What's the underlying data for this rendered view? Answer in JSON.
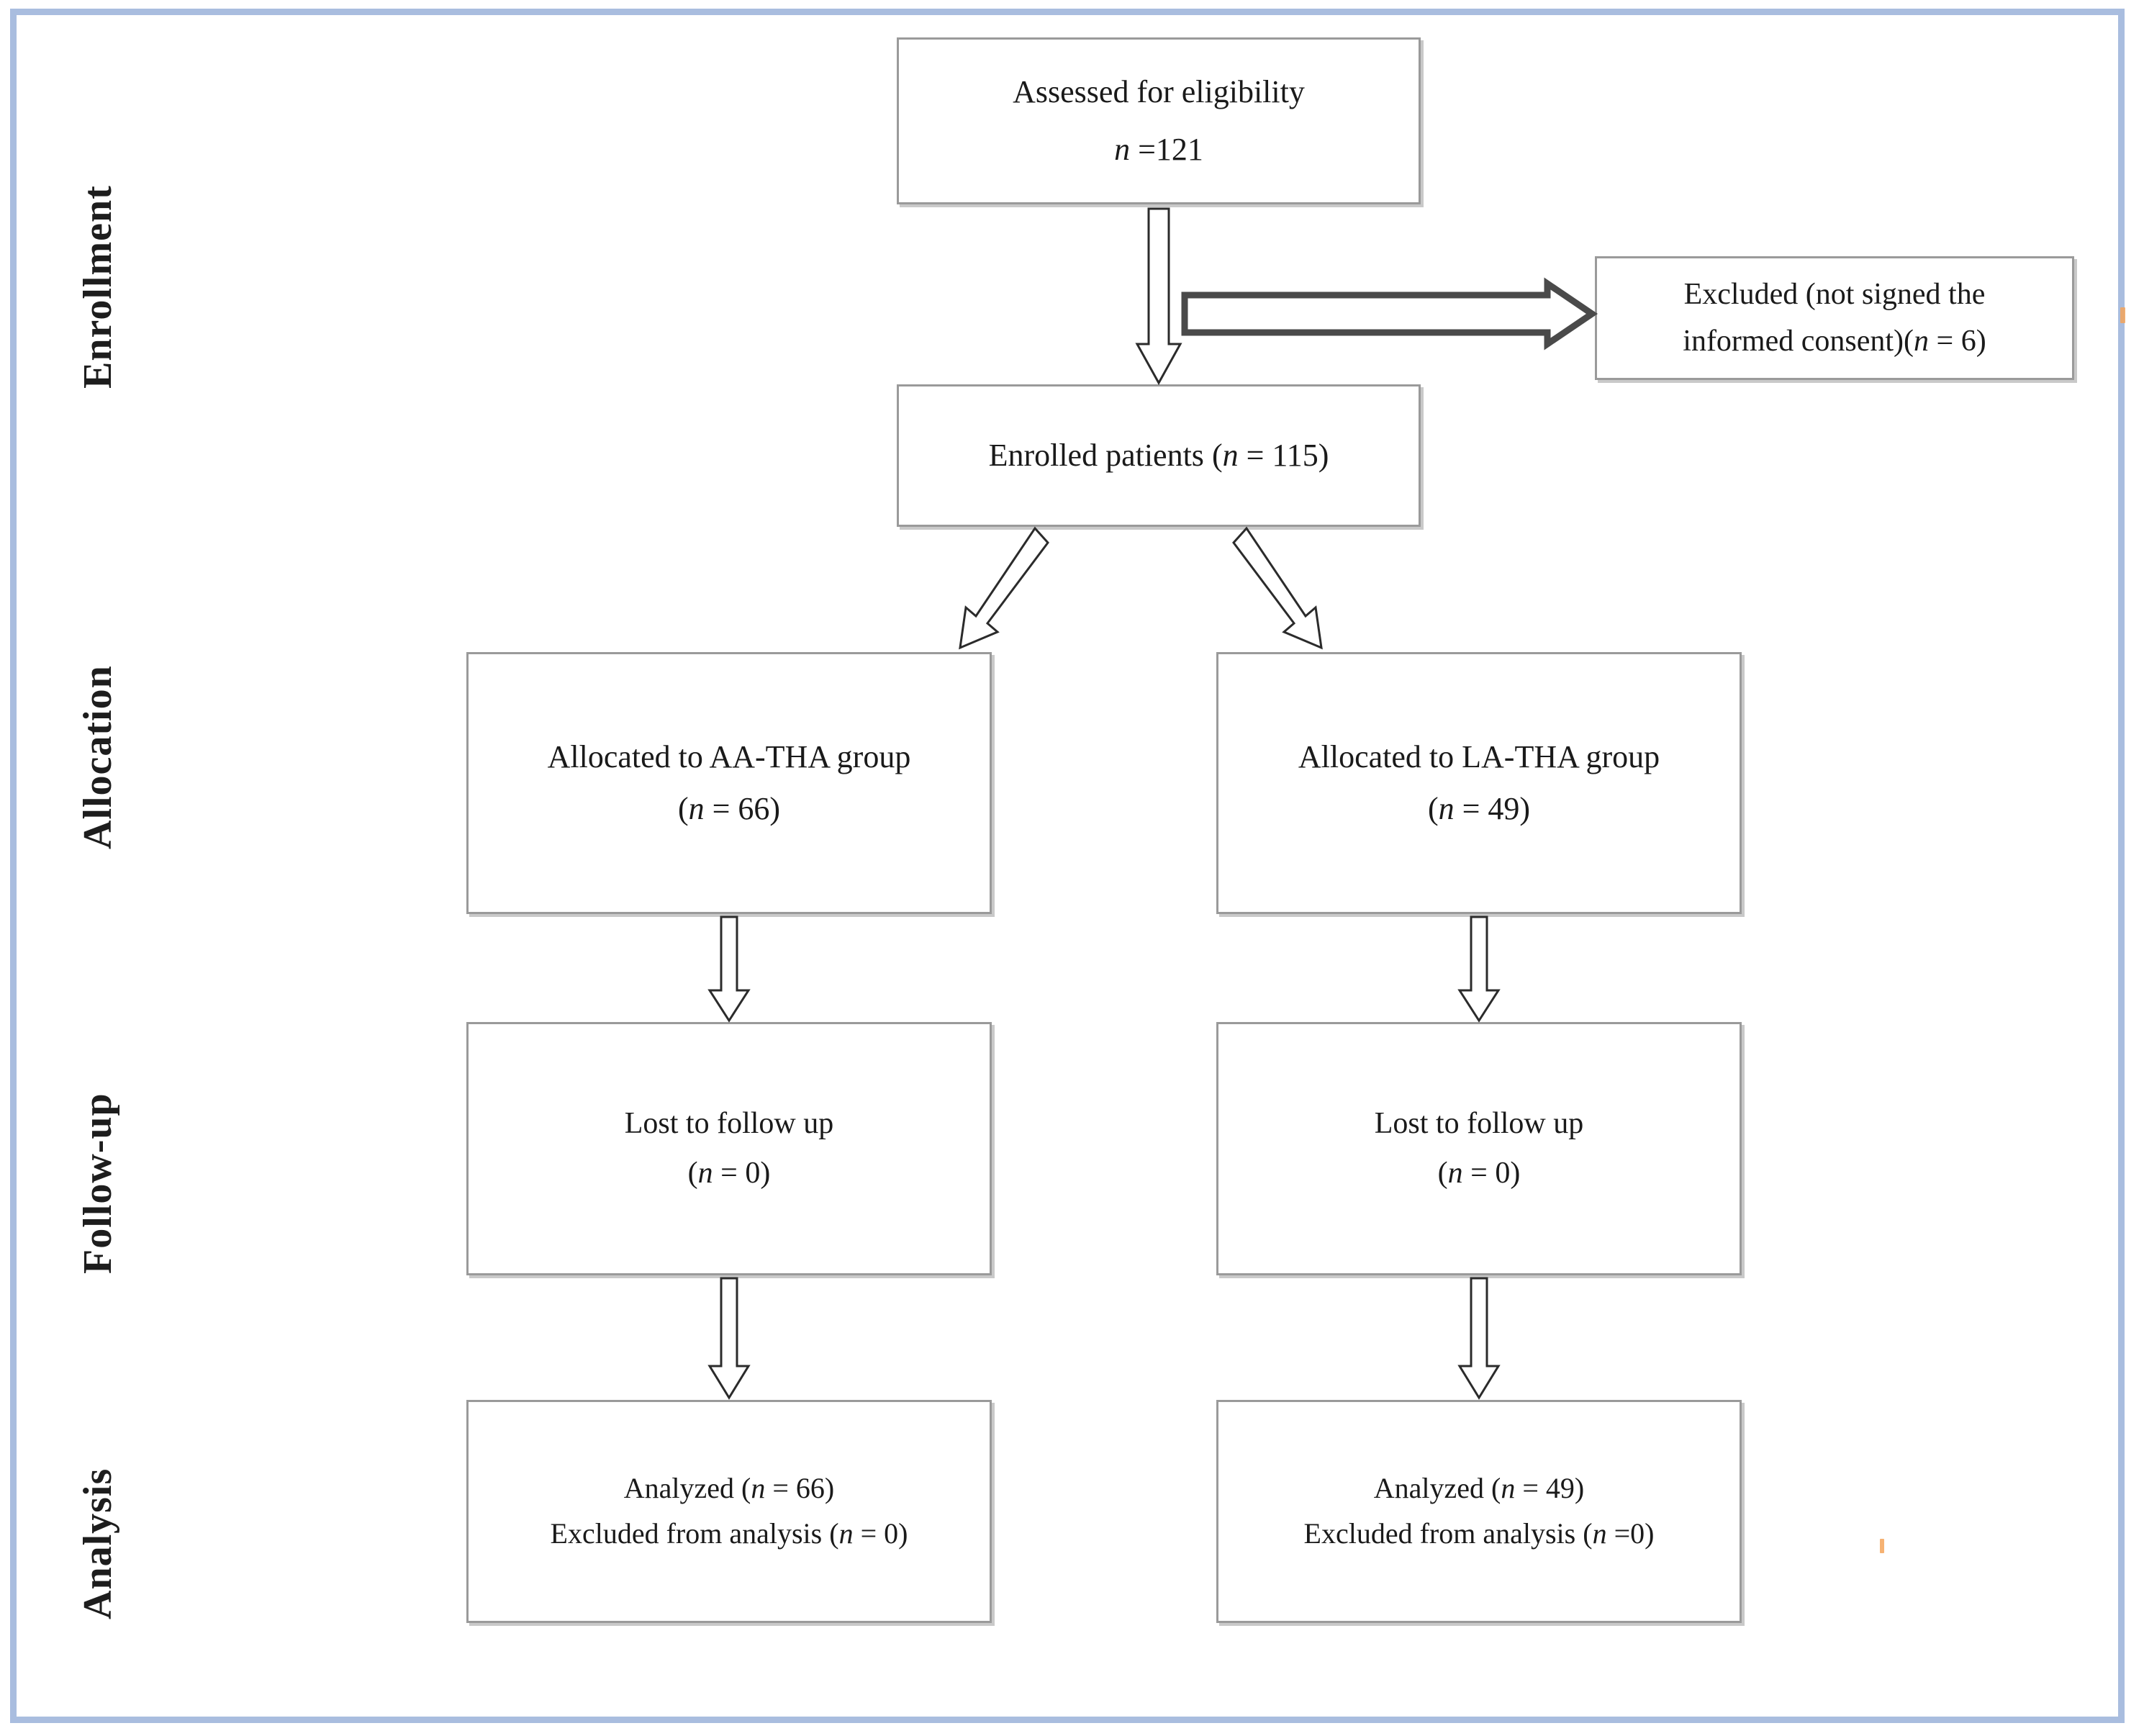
{
  "diagram": {
    "title": "CONSORT patient flow diagram",
    "frame_color": "#a9bddf",
    "box_border_color": "#9a9a9a",
    "arrow_color": "#2b2b2b"
  },
  "stages": [
    {
      "id": "enrollment",
      "label": "Enrollment"
    },
    {
      "id": "allocation",
      "label": "Allocation"
    },
    {
      "id": "followup",
      "label": "Follow-up"
    },
    {
      "id": "analysis",
      "label": "Analysis"
    }
  ],
  "boxes": {
    "assessed": {
      "line1": "Assessed for eligibility",
      "line2_prefix": "n",
      "line2_suffix": " =121"
    },
    "excluded": {
      "line1": "Excluded (not signed the",
      "line2_a": "informed consent)",
      "line2_open": "(",
      "line2_n": "n",
      "line2_rest": " = 6)"
    },
    "enrolled": {
      "text_a": "Enrolled patients ",
      "open": "(",
      "n": "n",
      "rest": " = 115)"
    },
    "alloc_left": {
      "line1": "Allocated to AA-THA group",
      "open": "(",
      "n": "n",
      "rest": " = 66)"
    },
    "alloc_right": {
      "line1": "Allocated to LA-THA  group",
      "open": "(",
      "n": "n",
      "rest": " = 49)"
    },
    "follow_left": {
      "line1": "Lost to follow up",
      "open": "(",
      "n": "n",
      "rest": " = 0)"
    },
    "follow_right": {
      "line1": "Lost to follow up",
      "open": "(",
      "n": "n",
      "rest": " = 0)"
    },
    "analysis_left": {
      "l1_a": "Analyzed ",
      "l1_open": "(",
      "l1_n": "n",
      "l1_rest": " = 66)",
      "l2_a": "Excluded from analysis ",
      "l2_open": "(",
      "l2_n": "n",
      "l2_rest": " = 0)"
    },
    "analysis_right": {
      "l1_a": "Analyzed ",
      "l1_open": "(",
      "l1_n": "n",
      "l1_rest": " = 49)",
      "l2_a": "Excluded from analysis ",
      "l2_open": "(",
      "l2_n": "n",
      "l2_rest": " =0)"
    }
  },
  "chart_data": {
    "type": "diagram",
    "diagram_type": "CONSORT flow",
    "nodes": [
      {
        "id": "assessed",
        "stage": "Enrollment",
        "label": "Assessed for eligibility",
        "n": 121
      },
      {
        "id": "excluded",
        "stage": "Enrollment",
        "label": "Excluded (not signed the informed consent)",
        "n": 6
      },
      {
        "id": "enrolled",
        "stage": "Enrollment",
        "label": "Enrolled patients",
        "n": 115
      },
      {
        "id": "alloc_left",
        "stage": "Allocation",
        "label": "Allocated to AA-THA group",
        "n": 66
      },
      {
        "id": "alloc_right",
        "stage": "Allocation",
        "label": "Allocated to LA-THA  group",
        "n": 49
      },
      {
        "id": "follow_left",
        "stage": "Follow-up",
        "label": "Lost to follow up",
        "n": 0
      },
      {
        "id": "follow_right",
        "stage": "Follow-up",
        "label": "Lost to follow up",
        "n": 0
      },
      {
        "id": "analysis_left",
        "stage": "Analysis",
        "label": "Analyzed / Excluded from analysis",
        "n": 66,
        "excluded": 0
      },
      {
        "id": "analysis_right",
        "stage": "Analysis",
        "label": "Analyzed / Excluded from analysis",
        "n": 49,
        "excluded": 0
      }
    ],
    "edges": [
      {
        "from": "assessed",
        "to": "enrolled",
        "direction": "down"
      },
      {
        "from": "assessed",
        "to": "excluded",
        "direction": "right"
      },
      {
        "from": "enrolled",
        "to": "alloc_left",
        "direction": "down-left"
      },
      {
        "from": "enrolled",
        "to": "alloc_right",
        "direction": "down-right"
      },
      {
        "from": "alloc_left",
        "to": "follow_left",
        "direction": "down"
      },
      {
        "from": "alloc_right",
        "to": "follow_right",
        "direction": "down"
      },
      {
        "from": "follow_left",
        "to": "analysis_left",
        "direction": "down"
      },
      {
        "from": "follow_right",
        "to": "analysis_right",
        "direction": "down"
      }
    ]
  }
}
